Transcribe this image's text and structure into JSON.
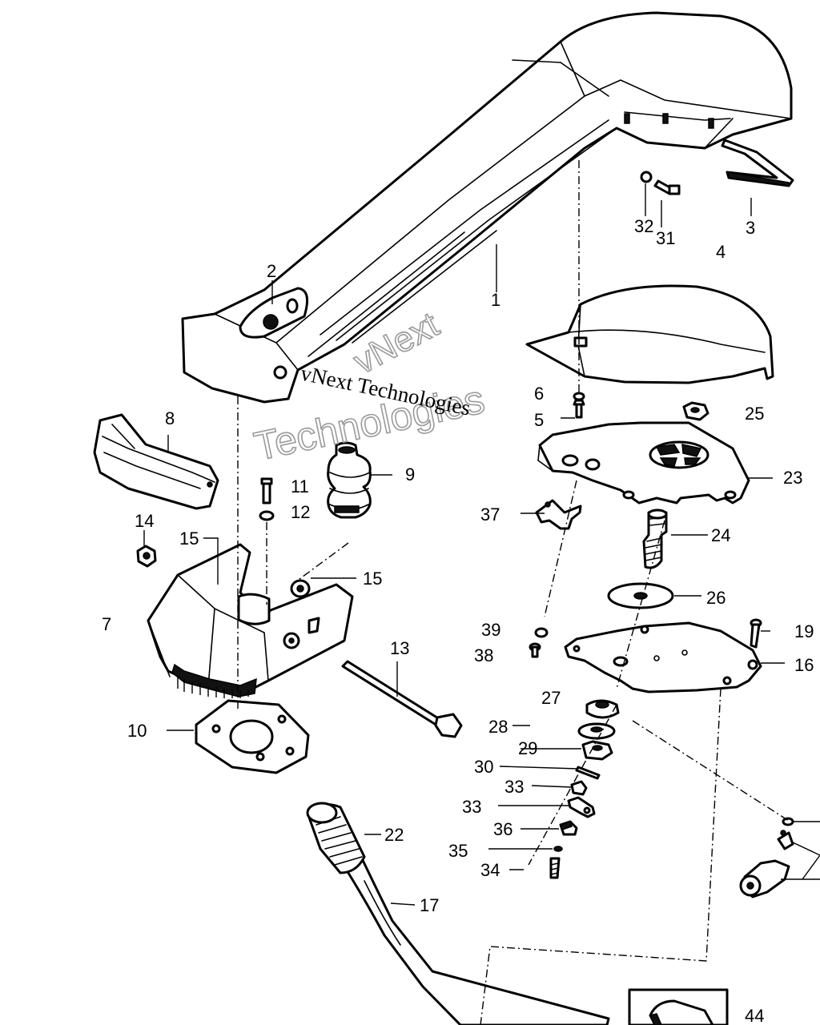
{
  "watermark": {
    "line1": "vNext Technologies",
    "line2": "Technologies",
    "line3": "vNext"
  },
  "callouts": {
    "c1": "1",
    "c2": "2",
    "c3": "3",
    "c4": "4",
    "c5": "5",
    "c6": "6",
    "c7": "7",
    "c8": "8",
    "c9": "9",
    "c10": "10",
    "c11": "11",
    "c12": "12",
    "c13": "13",
    "c14": "14",
    "c15a": "15",
    "c15b": "15",
    "c16": "16",
    "c17": "17",
    "c19": "19",
    "c22": "22",
    "c23": "23",
    "c24": "24",
    "c25": "25",
    "c26": "26",
    "c27": "27",
    "c28": "28",
    "c29": "29",
    "c30": "30",
    "c31": "31",
    "c32": "32",
    "c33a": "33",
    "c33b": "33",
    "c34": "34",
    "c35": "35",
    "c36": "36",
    "c37": "37",
    "c38": "38",
    "c39": "39",
    "c44": "44"
  }
}
